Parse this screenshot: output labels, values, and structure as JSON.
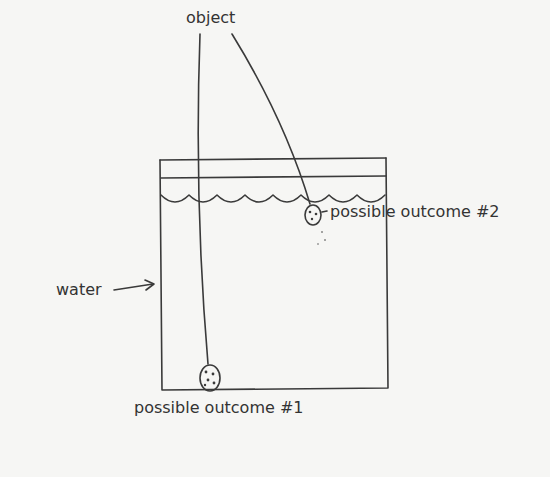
{
  "diagram": {
    "labels": [
      "object",
      "water",
      "possible outcome #2",
      "possible outcome #1"
    ]
  }
}
